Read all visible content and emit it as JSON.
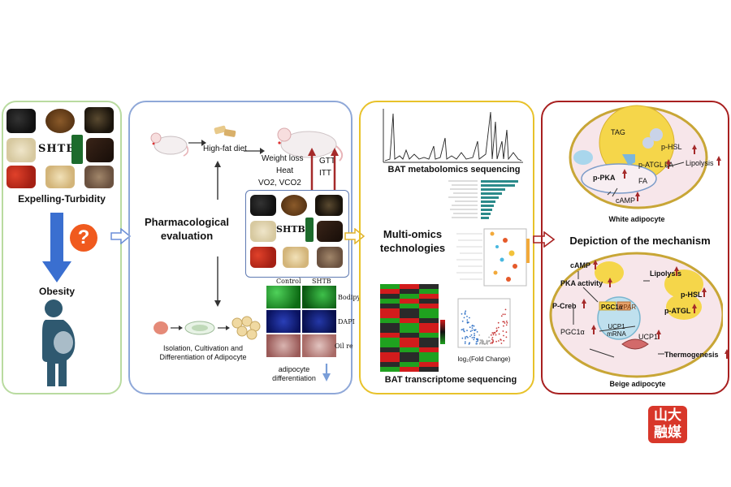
{
  "panel1": {
    "label": "Expelling-Turbidity",
    "product_label": "SHTB",
    "question": "?",
    "outcome": "Obesity",
    "colors": {
      "border": "#b9dba0",
      "arrow": "#3a6fd0",
      "question_bg": "#f05a1e"
    }
  },
  "panel2": {
    "title_line1": "Pharmacological",
    "title_line2": "evaluation",
    "diet": "High-fat diet",
    "weight_loss": "Weight loss",
    "heat": "Heat",
    "vo2": "VO2, VCO2",
    "gtt": "GTT",
    "itt": "ITT",
    "product_label": "SHTB",
    "cell_culture": "Isolation, Cultivation and Differentiation of Adipocyte",
    "adipocyte_diff": "adipocyte differentiation",
    "micro_cols": [
      "Control",
      "SHTB"
    ],
    "micro_rows": [
      "Bodipy",
      "DAPI",
      "Oil red O"
    ],
    "colors": {
      "border": "#8fa8d8",
      "red_arrow": "#a52a2a"
    }
  },
  "panel3": {
    "metabolomics": "BAT metabolomics sequencing",
    "title_line1": "Multi-omics",
    "title_line2": "technologies",
    "transcriptome": "BAT transcriptome sequencing",
    "volcano_xlabel": "log₂(Fold Change)",
    "colors": {
      "border": "#e8c22a"
    }
  },
  "panel4": {
    "mechanism": "Depiction of the mechanism",
    "white": {
      "title": "White adipocyte",
      "tag": "TAG",
      "phsl": "p-HSL",
      "patgl": "p-ATGL",
      "fa1": "FA",
      "fa2": "FA",
      "pka": "p-PKA",
      "camp": "cAMP",
      "lipolysis": "Lipolysis"
    },
    "beige": {
      "title": "Beige adipocyte",
      "camp": "cAMP",
      "pka": "PKA activity",
      "pcreb": "P-Creb",
      "pgc1a": "PGC1α",
      "nucleus_pgc": "PGC1α",
      "nucleus_ppar": "PPAR",
      "ucp1_mrna": "UCP1 mRNA",
      "lipolysis": "Lipolysis",
      "phsl": "p-HSL",
      "patgl": "p-ATGL",
      "ucp1": "UCP1",
      "thermogenesis": "Thermogenesis"
    },
    "colors": {
      "border": "#a82020",
      "cell_fill": "#f7e6ea",
      "cell_border": "#c8a636",
      "lipid": "#f5d64a"
    }
  },
  "watermark": {
    "line1": "山大",
    "line2": "融媒",
    "color": "#d8372a"
  }
}
